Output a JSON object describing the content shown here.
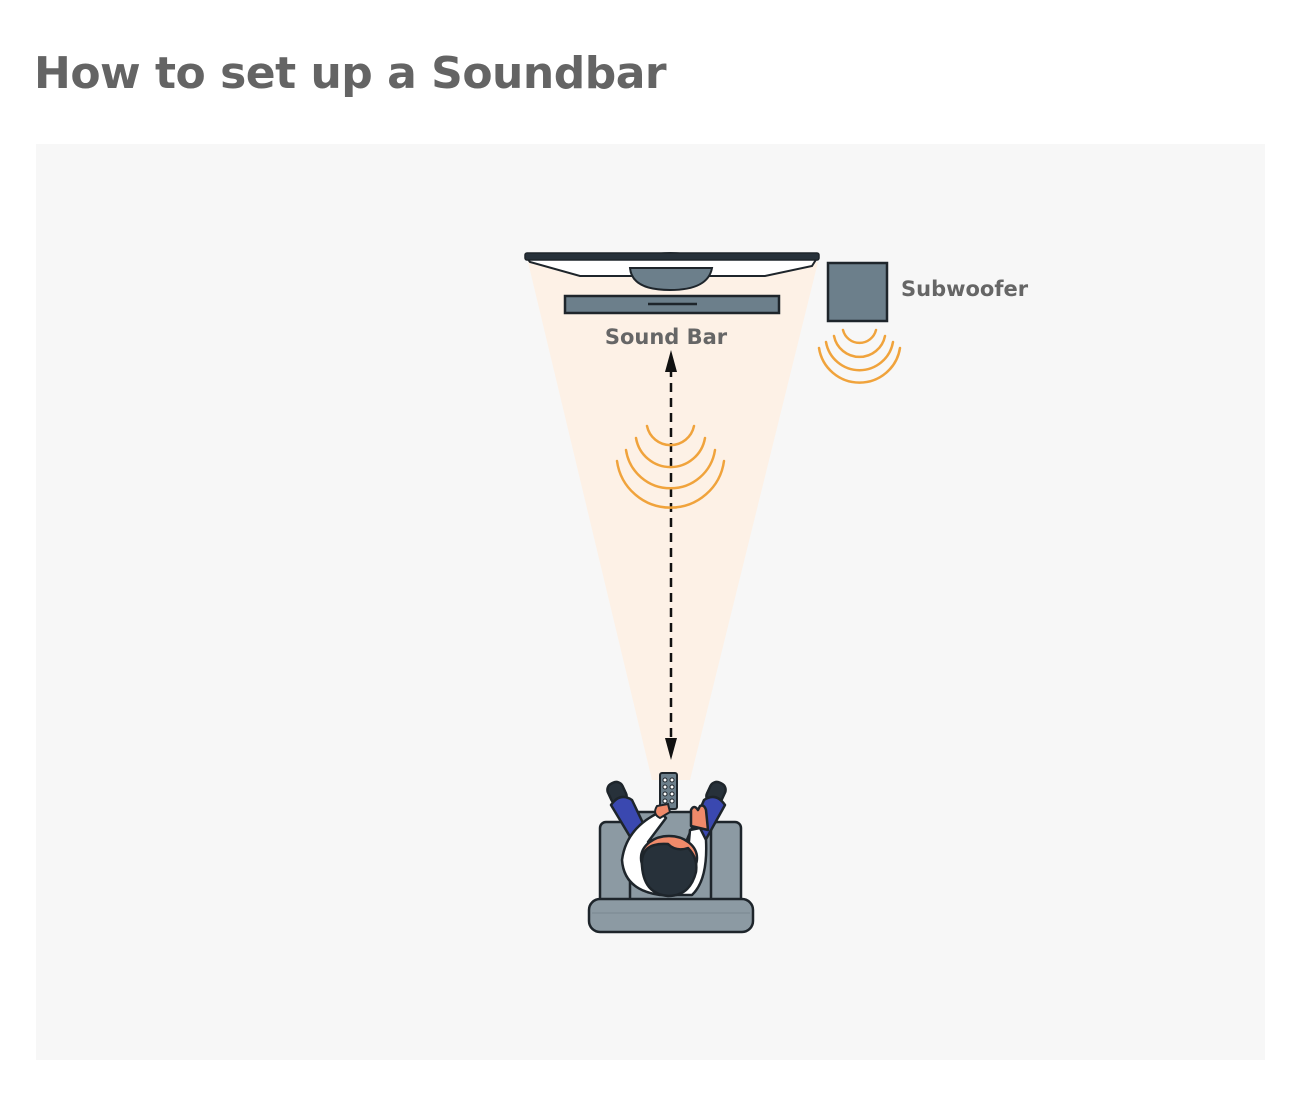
{
  "title": "How to set up a Soundbar",
  "diagram": {
    "labels": {
      "sound_bar": "Sound Bar",
      "subwoofer": "Subwoofer"
    },
    "icons": [
      "tv-icon",
      "sound-bar-icon",
      "subwoofer-icon",
      "sound-wave-icon",
      "distance-arrow-icon",
      "person-with-remote-icon",
      "armchair-icon",
      "remote-control-icon"
    ],
    "colors": {
      "background": "#f7f7f7",
      "listening_cone": "#fdf1e6",
      "wave": "#f0a33c",
      "device": "#6c7f8b",
      "outline": "#1e252b",
      "chair": "#8c9aa3",
      "pants": "#3a48b0",
      "skin": "#f08a6a",
      "hair": "#27313a",
      "text": "#666666"
    }
  }
}
